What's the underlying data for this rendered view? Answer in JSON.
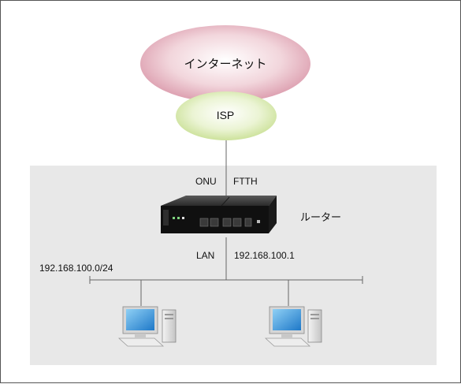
{
  "clouds": {
    "internet_label": "インターネット",
    "isp_label": "ISP"
  },
  "uplink": {
    "onu_label": "ONU",
    "ftth_label": "FTTH"
  },
  "router": {
    "label": "ルーター",
    "lan_label": "LAN",
    "ip": "192.168.100.1"
  },
  "lan": {
    "subnet": "192.168.100.0/24"
  },
  "colors": {
    "internet_fill": "#e8b6c2",
    "isp_fill": "#d9ebb2",
    "lan_zone": "#e8e8e8",
    "line": "#666666"
  }
}
